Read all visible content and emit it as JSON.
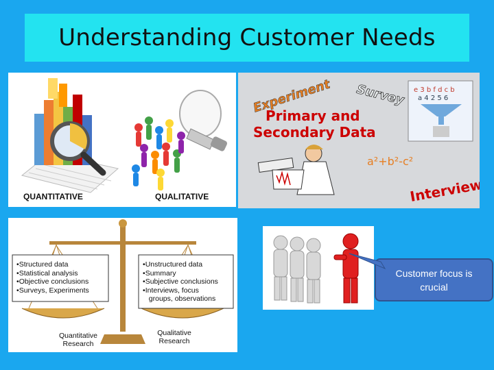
{
  "slide": {
    "title": "Understanding Customer Needs"
  },
  "panel_quant_qual": {
    "quantitative_label": "QUANTITATIVE",
    "qualitative_label": "QUALITATIVE"
  },
  "panel_data": {
    "experiment": "Experiment",
    "survey": "Survey",
    "headline_line1": "Primary and",
    "headline_line2": "Secondary Data",
    "equation": "a²+b²-c²",
    "interview": "Interview"
  },
  "panel_research": {
    "quantitative_bullets": [
      "Structured data",
      "Statistical analysis",
      "Objective conclusions",
      "Surveys, Experiments"
    ],
    "qualitative_bullets": [
      "Unstructured data",
      "Summary",
      "Subjective conclusions",
      "Interviews, focus",
      "groups, observations"
    ],
    "quant_label_line1": "Quantitative",
    "quant_label_line2": "Research",
    "qual_label_line1": "Qualitative",
    "qual_label_line2": "Research"
  },
  "callout": {
    "text": "Customer focus is crucial"
  },
  "colors": {
    "background": "#1aa7ef",
    "title_box": "#23e3f0",
    "callout_fill": "#4472c4"
  }
}
